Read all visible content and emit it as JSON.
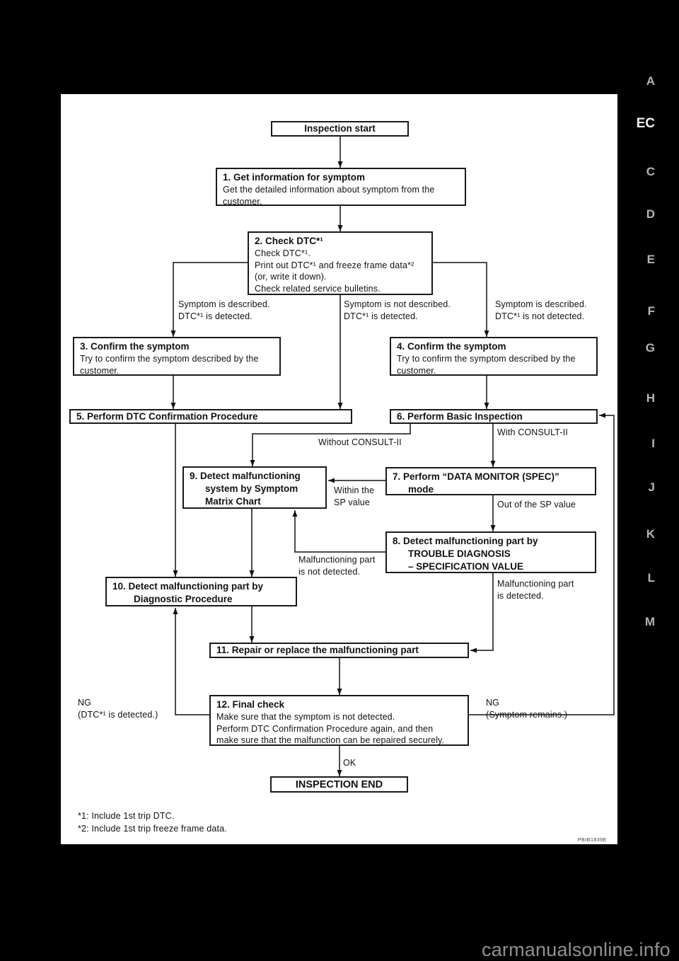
{
  "page": {
    "figure_code": "PBIB1839E",
    "watermark": "carmanualsonline.info"
  },
  "side_tabs": {
    "items": [
      {
        "label": "A",
        "active": false
      },
      {
        "label": "EC",
        "active": true
      },
      {
        "label": "C",
        "active": false
      },
      {
        "label": "D",
        "active": false
      },
      {
        "label": "E",
        "active": false
      },
      {
        "label": "F",
        "active": false
      },
      {
        "label": "G",
        "active": false
      },
      {
        "label": "H",
        "active": false
      },
      {
        "label": "I",
        "active": false
      },
      {
        "label": "J",
        "active": false
      },
      {
        "label": "K",
        "active": false
      },
      {
        "label": "L",
        "active": false
      },
      {
        "label": "M",
        "active": false
      }
    ]
  },
  "flowchart": {
    "boxes": {
      "start": {
        "title": "Inspection start"
      },
      "s1": {
        "title": "1. Get information for symptom",
        "body": "Get the detailed information about symptom from the\ncustomer."
      },
      "s2": {
        "title": "2. Check DTC*¹",
        "body": "Check DTC*¹.\nPrint out DTC*¹ and freeze frame data*²\n(or, write it down).\nCheck related service bulletins."
      },
      "s3": {
        "title": "3. Confirm the symptom",
        "body": "Try to confirm the symptom described by the\ncustomer."
      },
      "s4": {
        "title": "4. Confirm the symptom",
        "body": "Try to confirm the symptom described by the\ncustomer."
      },
      "s5": {
        "title": "5. Perform DTC Confirmation Procedure"
      },
      "s6": {
        "title": "6. Perform Basic Inspection"
      },
      "s7": {
        "title": "7. Perform “DATA MONITOR (SPEC)”\nmode"
      },
      "s8": {
        "title": "8. Detect malfunctioning part by\nTROUBLE DIAGNOSIS\n– SPECIFICATION VALUE"
      },
      "s9": {
        "title": "9. Detect malfunctioning\nsystem by Symptom\nMatrix Chart"
      },
      "s10": {
        "title": "10. Detect malfunctioning part by\nDiagnostic Procedure"
      },
      "s11": {
        "title": "11. Repair or replace the malfunctioning part"
      },
      "s12": {
        "title": "12. Final check",
        "body": "Make sure that the symptom is not detected.\nPerform DTC Confirmation Procedure again, and then\nmake sure that the malfunction can be repaired securely."
      },
      "end": {
        "title": "INSPECTION END"
      }
    },
    "edge_labels": {
      "branch_left": "Symptom is described.\nDTC*¹ is detected.",
      "branch_mid": "Symptom is not described.\nDTC*¹ is detected.",
      "branch_right": "Symptom is described.\nDTC*¹ is not detected.",
      "with_consult": "With CONSULT-II",
      "without_consult": "Without CONSULT-II",
      "within_sp": "Within the\nSP value",
      "out_sp": "Out of the SP value",
      "malf_not_detected": "Malfunctioning part\nis not detected.",
      "malf_detected": "Malfunctioning part\nis detected.",
      "ng_dtc": "NG\n(DTC*¹ is detected.)",
      "ng_symptom": "NG\n(Symptom remains.)",
      "ok": "OK"
    },
    "footnotes": "*1: Include 1st trip DTC.\n*2: Include 1st trip freeze frame data."
  }
}
